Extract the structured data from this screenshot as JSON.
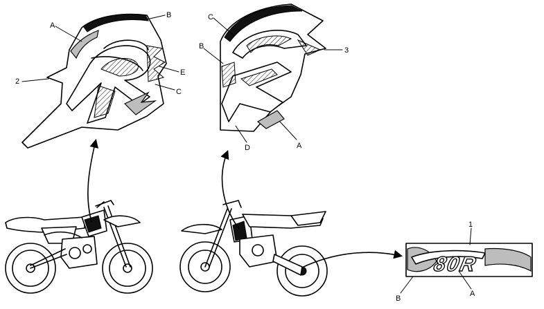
{
  "labels": {
    "left_decal": {
      "a": "A",
      "b": "B",
      "e": "E",
      "c": "C",
      "num": "2"
    },
    "right_decal": {
      "c": "C",
      "b": "B",
      "num": "3",
      "a": "A",
      "d": "D"
    },
    "swingarm_decal": {
      "num": "1",
      "b": "B",
      "a": "A"
    }
  },
  "decal_text": "80R"
}
